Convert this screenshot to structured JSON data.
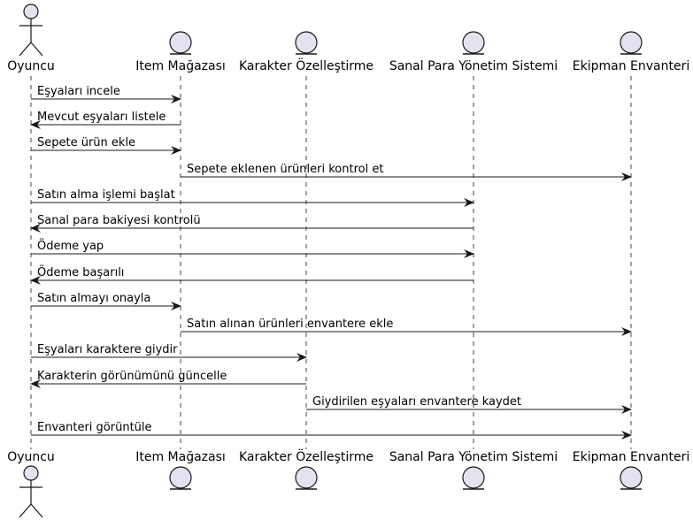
{
  "colors": {
    "participant_fill": "#e2e2f0",
    "participant_stroke": "#181818",
    "lifeline": "#181818",
    "arrow": "#181818",
    "text": "#000000"
  },
  "participants": [
    {
      "id": "oyuncu",
      "label": "Oyuncu",
      "shape": "actor"
    },
    {
      "id": "magaza",
      "label": "Item Mağazası",
      "shape": "entity"
    },
    {
      "id": "karakter",
      "label": "Karakter Özelleştirme",
      "shape": "entity"
    },
    {
      "id": "para",
      "label": "Sanal Para Yönetim Sistemi",
      "shape": "entity"
    },
    {
      "id": "envanter",
      "label": "Ekipman Envanteri",
      "shape": "entity"
    }
  ],
  "messages": [
    {
      "from": "oyuncu",
      "to": "magaza",
      "text": "Eşyaları incele"
    },
    {
      "from": "magaza",
      "to": "oyuncu",
      "text": "Mevcut eşyaları listele"
    },
    {
      "from": "oyuncu",
      "to": "magaza",
      "text": "Sepete ürün ekle"
    },
    {
      "from": "magaza",
      "to": "envanter",
      "text": "Sepete eklenen ürünleri kontrol et"
    },
    {
      "from": "oyuncu",
      "to": "para",
      "text": "Satın alma işlemi başlat"
    },
    {
      "from": "para",
      "to": "oyuncu",
      "text": "Sanal para bakiyesi kontrolü"
    },
    {
      "from": "oyuncu",
      "to": "para",
      "text": "Ödeme yap"
    },
    {
      "from": "para",
      "to": "oyuncu",
      "text": "Ödeme başarılı"
    },
    {
      "from": "oyuncu",
      "to": "magaza",
      "text": "Satın almayı onayla"
    },
    {
      "from": "magaza",
      "to": "envanter",
      "text": "Satın alınan ürünleri envantere ekle"
    },
    {
      "from": "oyuncu",
      "to": "karakter",
      "text": "Eşyaları karaktere giydir"
    },
    {
      "from": "karakter",
      "to": "oyuncu",
      "text": "Karakterin görünümünü güncelle"
    },
    {
      "from": "karakter",
      "to": "envanter",
      "text": "Giydirilen eşyaları envantere kaydet"
    },
    {
      "from": "oyuncu",
      "to": "envanter",
      "text": "Envanteri görüntüle"
    }
  ]
}
